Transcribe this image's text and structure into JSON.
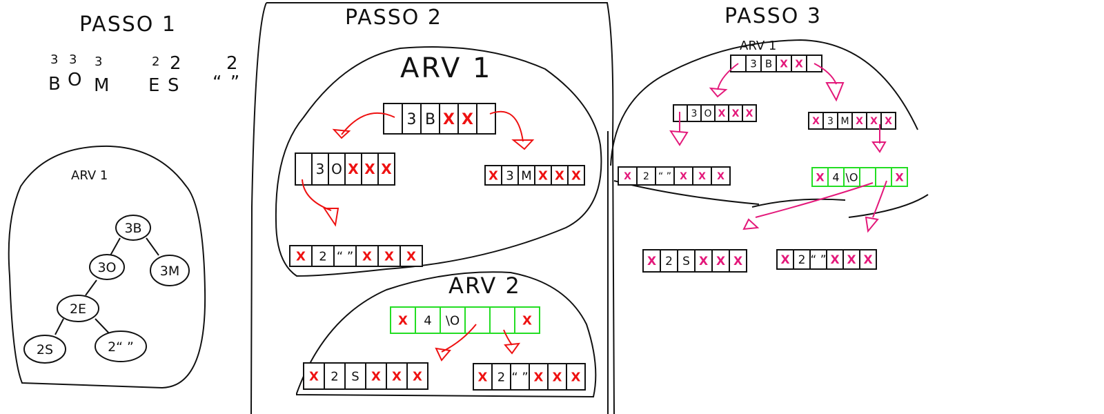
{
  "colors": {
    "ink": "#111111",
    "red": "#ee1111",
    "pink": "#e3187a",
    "green": "#22dd22"
  },
  "panel1": {
    "title": "PASSO 1",
    "counts": [
      "3",
      "3",
      "3",
      "2",
      "2",
      "2"
    ],
    "letters": [
      "B",
      "O",
      "M",
      "E",
      "S",
      "“ ”"
    ],
    "tree": {
      "label": "ARV 1",
      "nodes": [
        "3B",
        "3O",
        "3M",
        "2E",
        "2S",
        "2“ ”"
      ]
    }
  },
  "panel2": {
    "title": "PASSO 2",
    "arv1": {
      "label": "ARV 1",
      "root_cells": [
        "",
        "3",
        "B",
        "X",
        "X",
        ""
      ],
      "left_cells": [
        "",
        "3",
        "O",
        "X",
        "X",
        "X"
      ],
      "right_cells": [
        "X",
        "3",
        "M",
        "X",
        "X",
        "X"
      ],
      "leaf_cells": [
        "X",
        "2",
        "“ ”",
        "X",
        "X",
        "X"
      ]
    },
    "arv2": {
      "label": "ARV 2",
      "root_cells": [
        "X",
        "4",
        "\\O",
        "",
        "",
        "X"
      ],
      "left_cells": [
        "X",
        "2",
        "S",
        "X",
        "X",
        "X"
      ],
      "right_cells": [
        "X",
        "2",
        "“ ”",
        "X",
        "X",
        "X"
      ]
    }
  },
  "panel3": {
    "title": "PASSO 3",
    "label": "ARV 1",
    "root_cells": [
      "",
      "3",
      "B",
      "X",
      "X",
      ""
    ],
    "left_cells": [
      "",
      "3",
      "O",
      "X",
      "X",
      "X"
    ],
    "right_cells": [
      "X",
      "3",
      "M",
      "X",
      "X",
      "X"
    ],
    "left_leaf_cells": [
      "X",
      "2",
      "“ ”",
      "X",
      "X",
      "X"
    ],
    "green_cells": [
      "X",
      "4",
      "\\O",
      "",
      "",
      "X"
    ],
    "bottom_left_cells": [
      "X",
      "2",
      "S",
      "X",
      "X",
      "X"
    ],
    "bottom_right_cells": [
      "X",
      "2",
      "“ ”",
      "X",
      "X",
      "X"
    ]
  }
}
